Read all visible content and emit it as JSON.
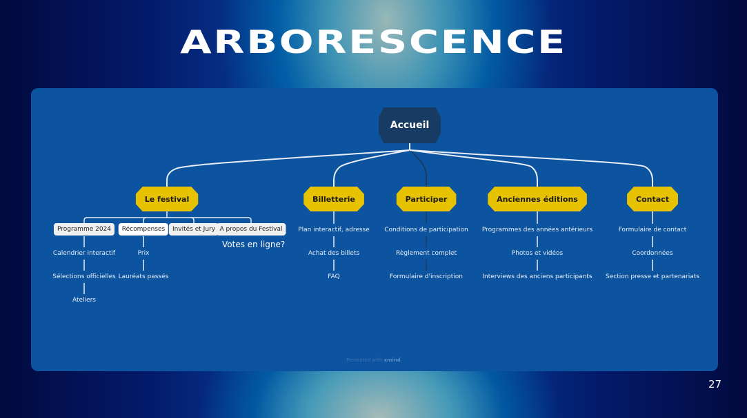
{
  "slide": {
    "title": "ARBORESCENCE",
    "page_number": "27",
    "watermark_prefix": "Presented with",
    "watermark_brand": "xmind"
  },
  "colors": {
    "panel": "#0c54a0",
    "root_node": "#183b63",
    "main_topic": "#e6c200",
    "connector": "#e8eef6",
    "connector_dark": "#183b63"
  },
  "mindmap": {
    "root": {
      "label": "Accueil"
    },
    "main_topics": [
      {
        "label": "Le festival",
        "children": [
          {
            "label": "Programme 2024",
            "children": [
              "Calendrier interactif",
              "Sélections officielles",
              "Ateliers"
            ]
          },
          {
            "label": "Récompenses",
            "children": [
              "Prix",
              "Lauréats passés"
            ]
          },
          {
            "label": "Invités et Jury",
            "children": []
          },
          {
            "label": "A propos du Festival",
            "children": []
          }
        ]
      },
      {
        "label": "Billetterie",
        "children": [
          "Plan interactif, adresse",
          "Achat des billets",
          "FAQ"
        ]
      },
      {
        "label": "Participer",
        "children": [
          "Conditions de participation",
          "Règlement complet",
          "Formulaire d'inscription"
        ]
      },
      {
        "label": "Anciennes éditions",
        "children": [
          "Programmes des années antérieurs",
          "Photos et vidéos",
          "Interviews des anciens participants"
        ]
      },
      {
        "label": "Contact",
        "children": [
          "Formulaire de contact",
          "Coordonnées",
          "Section presse et partenariats"
        ]
      }
    ],
    "floating_note": "Votes en ligne?"
  }
}
